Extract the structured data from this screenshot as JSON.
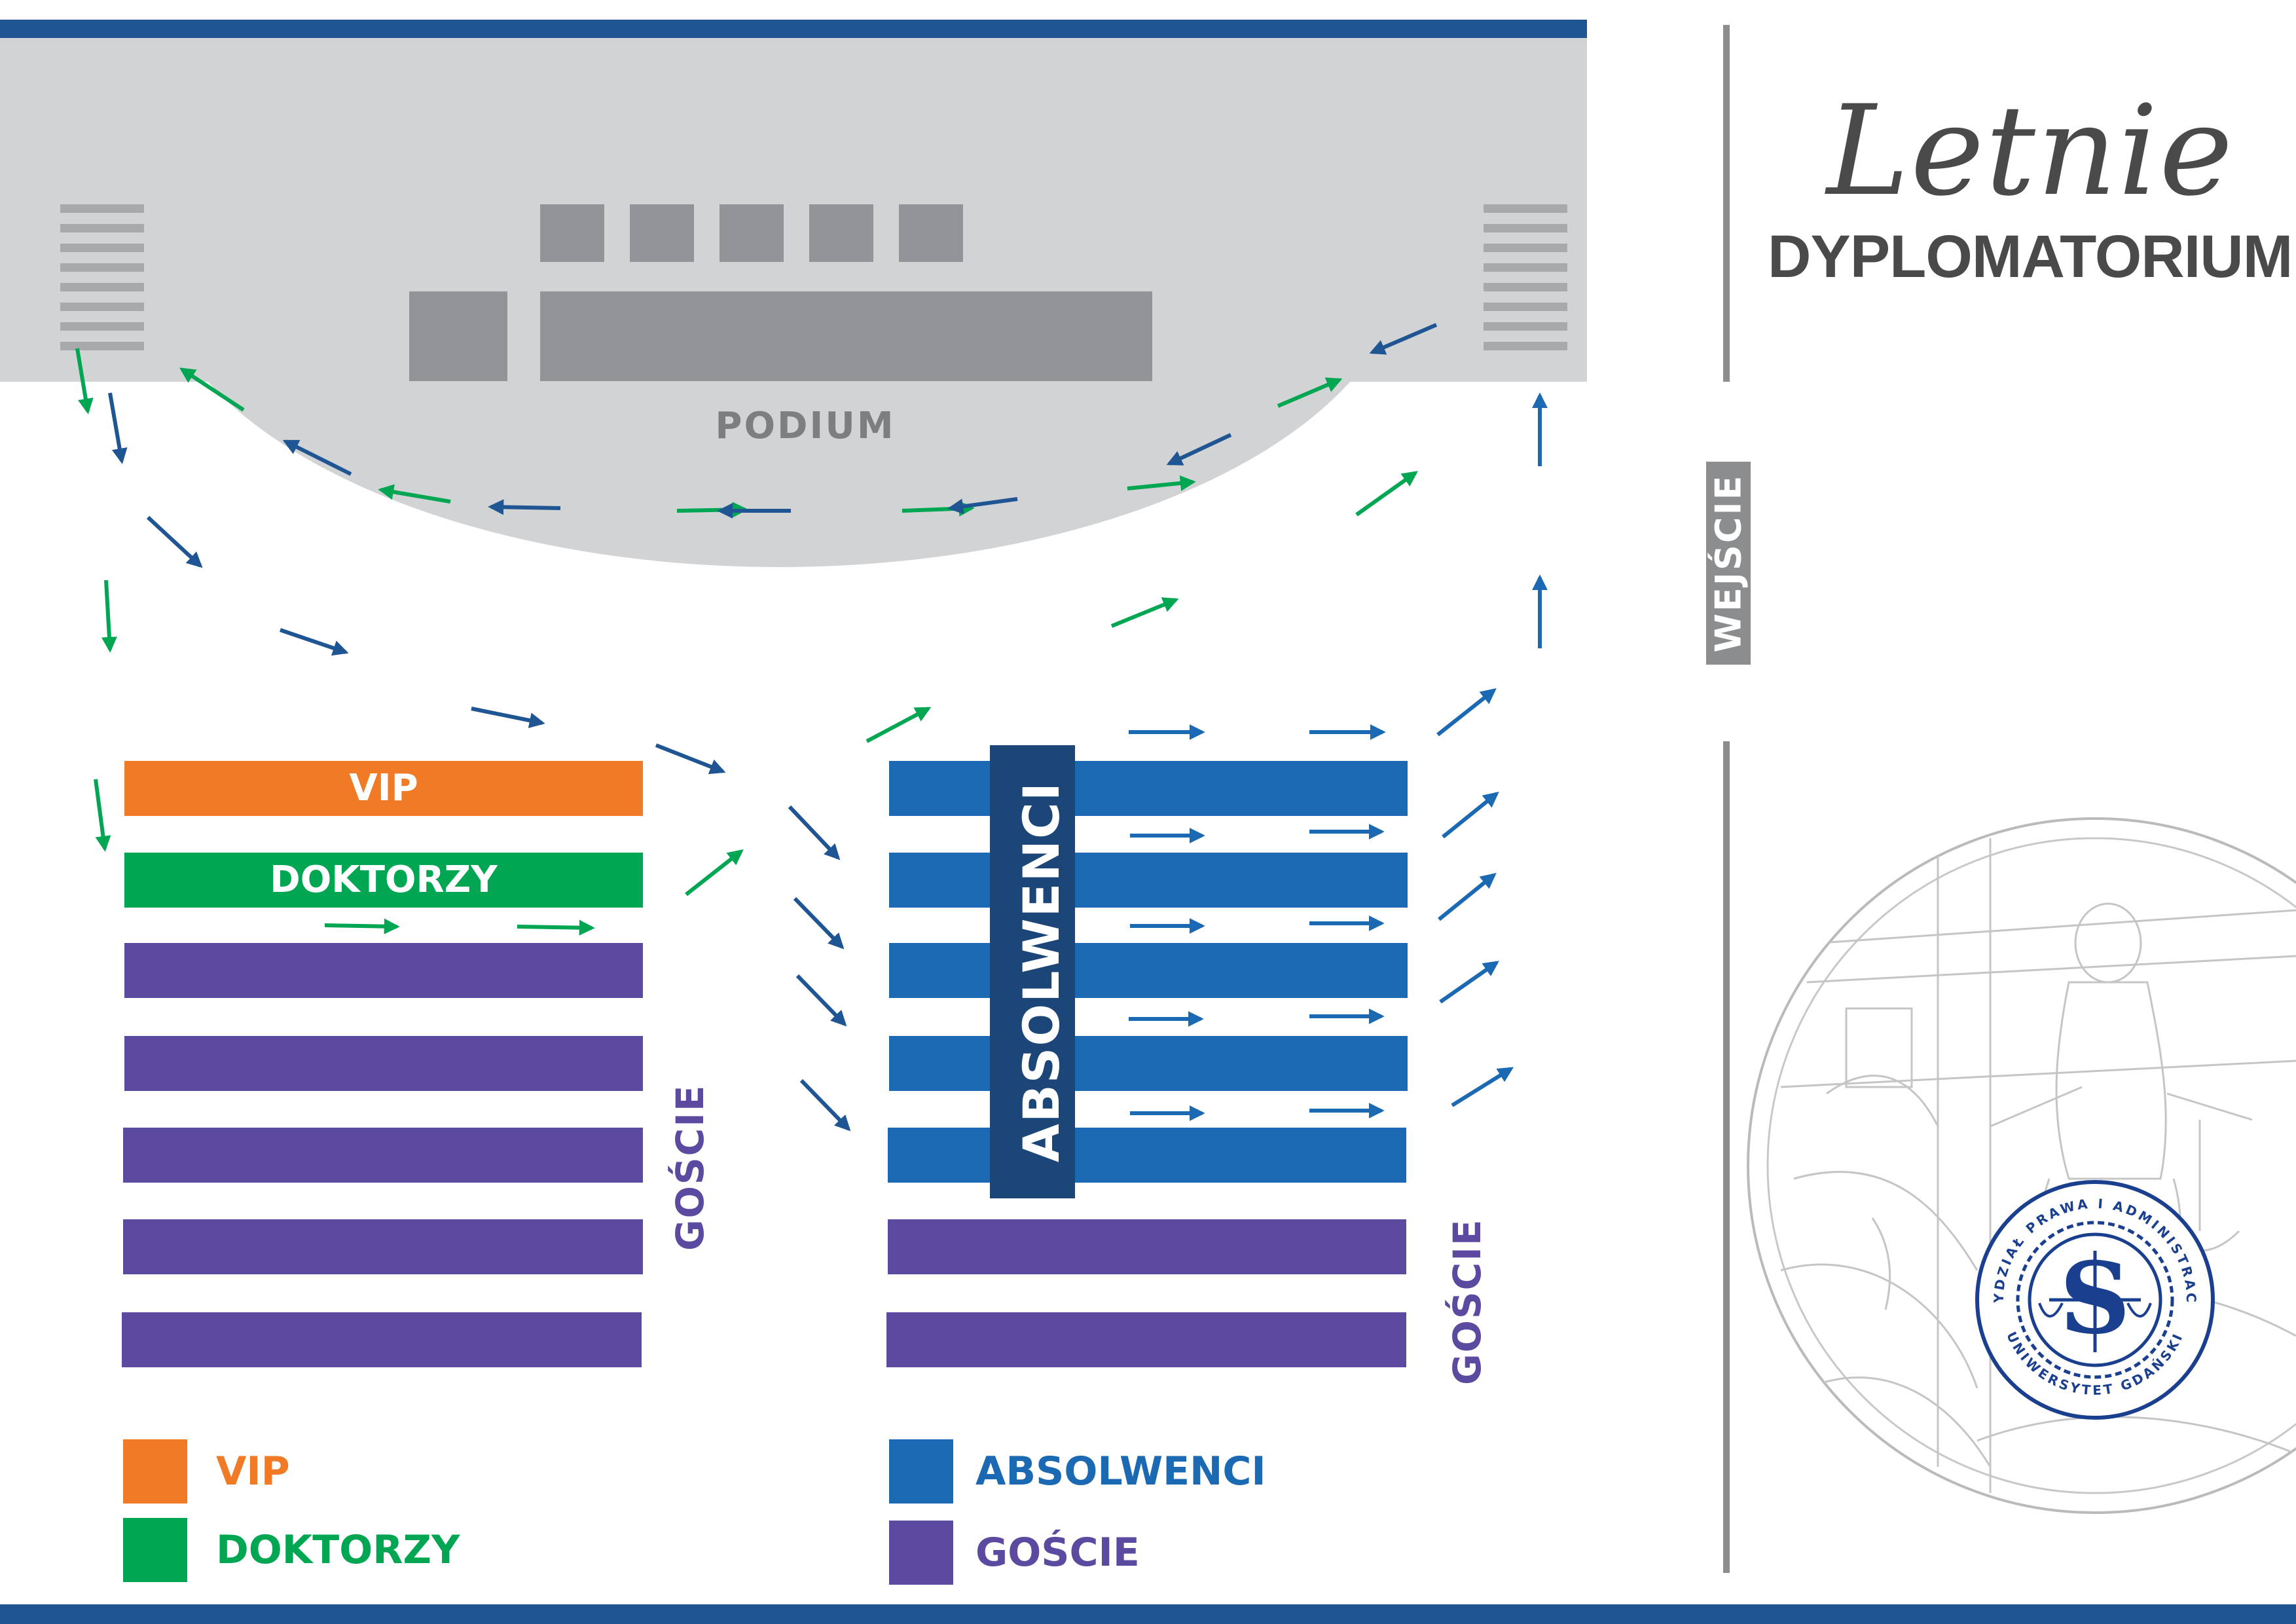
{
  "brand": {
    "script": "Letnie",
    "main": "DYPLOMATORIUM"
  },
  "stage": {
    "label": "PODIUM"
  },
  "entrance": {
    "label": "WEJŚCIE"
  },
  "blocks": {
    "vip": "VIP",
    "doktorzy": "DOKTORZY",
    "absolwenci": "ABSOLWENCI",
    "goscie_left": "GOŚCIE",
    "goscie_right": "GOŚCIE"
  },
  "legend": [
    {
      "label": "VIP",
      "color": "#f07a26"
    },
    {
      "label": "DOKTORZY",
      "color": "#00a652"
    },
    {
      "label": "ABSOLWENCI",
      "color": "#1b69b2"
    },
    {
      "label": "GOŚCIE",
      "color": "#5b4a9f"
    }
  ],
  "seal": {
    "ring_top": "WYDZIAŁ PRAWA I ADMINISTRACJI",
    "ring_bottom": "UNIWERSYTET GDAŃSKI",
    "monogram": "S"
  },
  "colors": {
    "accent": "#1f5593",
    "green": "#00a652",
    "blue": "#1b69b2",
    "purple": "#5b4a9f",
    "orange": "#f07a26"
  }
}
